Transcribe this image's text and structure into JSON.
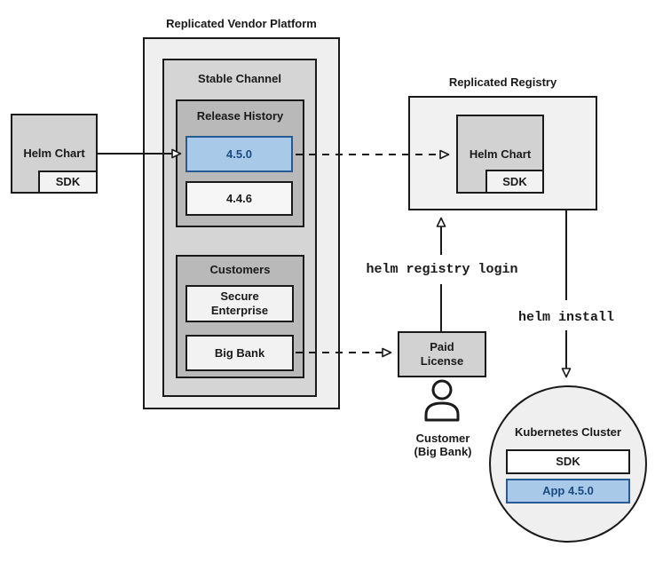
{
  "colors": {
    "border": "#1a1a1a",
    "container_fill": "#efefef",
    "channel_fill": "#d5d5d5",
    "group_fill": "#b9b9b9",
    "item_fill": "#f2f2f2",
    "chart_fill": "#d2d2d2",
    "accent_blue_fill": "#a9c9e9",
    "accent_blue_border": "#255a92",
    "accent_blue_text": "#1b4a80"
  },
  "source_chart": {
    "label": "Helm Chart",
    "sdk": "SDK"
  },
  "vendor": {
    "title": "Replicated Vendor Platform",
    "stable_channel": {
      "label": "Stable Channel",
      "release_history": {
        "label": "Release History",
        "releases": [
          {
            "version": "4.5.0",
            "highlighted": true
          },
          {
            "version": "4.4.6",
            "highlighted": false
          }
        ]
      },
      "customers": {
        "label": "Customers",
        "items": [
          "Secure Enterprise",
          "Big Bank"
        ]
      }
    }
  },
  "registry": {
    "title": "Replicated Registry",
    "chart_label": "Helm Chart",
    "sdk": "SDK"
  },
  "license": {
    "line1": "Paid",
    "line2": "License"
  },
  "customer": {
    "line1": "Customer",
    "line2": "(Big Bank)"
  },
  "commands": {
    "login": "helm registry login",
    "install": "helm install"
  },
  "cluster": {
    "title": "Kubernetes Cluster",
    "sdk": "SDK",
    "app": "App 4.5.0"
  }
}
